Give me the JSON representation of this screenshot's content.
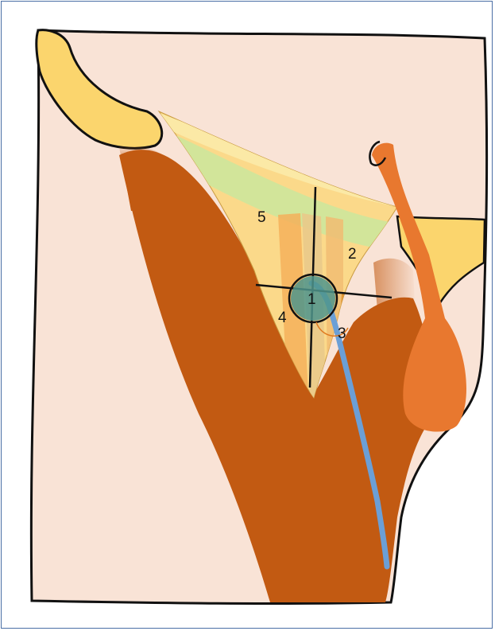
{
  "diagram": {
    "labels": {
      "zone_1": "1",
      "zone_2": "2",
      "zone_3": "3",
      "zone_4": "4",
      "zone_5": "5"
    },
    "colors": {
      "skin": "#f9e3d6",
      "bone": "#fbd56d",
      "muscle": "#c25a12",
      "triangle_fill": "#fbd98a",
      "ligament_band": "#d2e59a",
      "vessel_band": "#f5b05a",
      "nerve": "#6b9fd6",
      "circle_center": "#4f958c",
      "cord": "#e8782f",
      "outline": "#111111",
      "frame": "#4a6fa5"
    }
  }
}
